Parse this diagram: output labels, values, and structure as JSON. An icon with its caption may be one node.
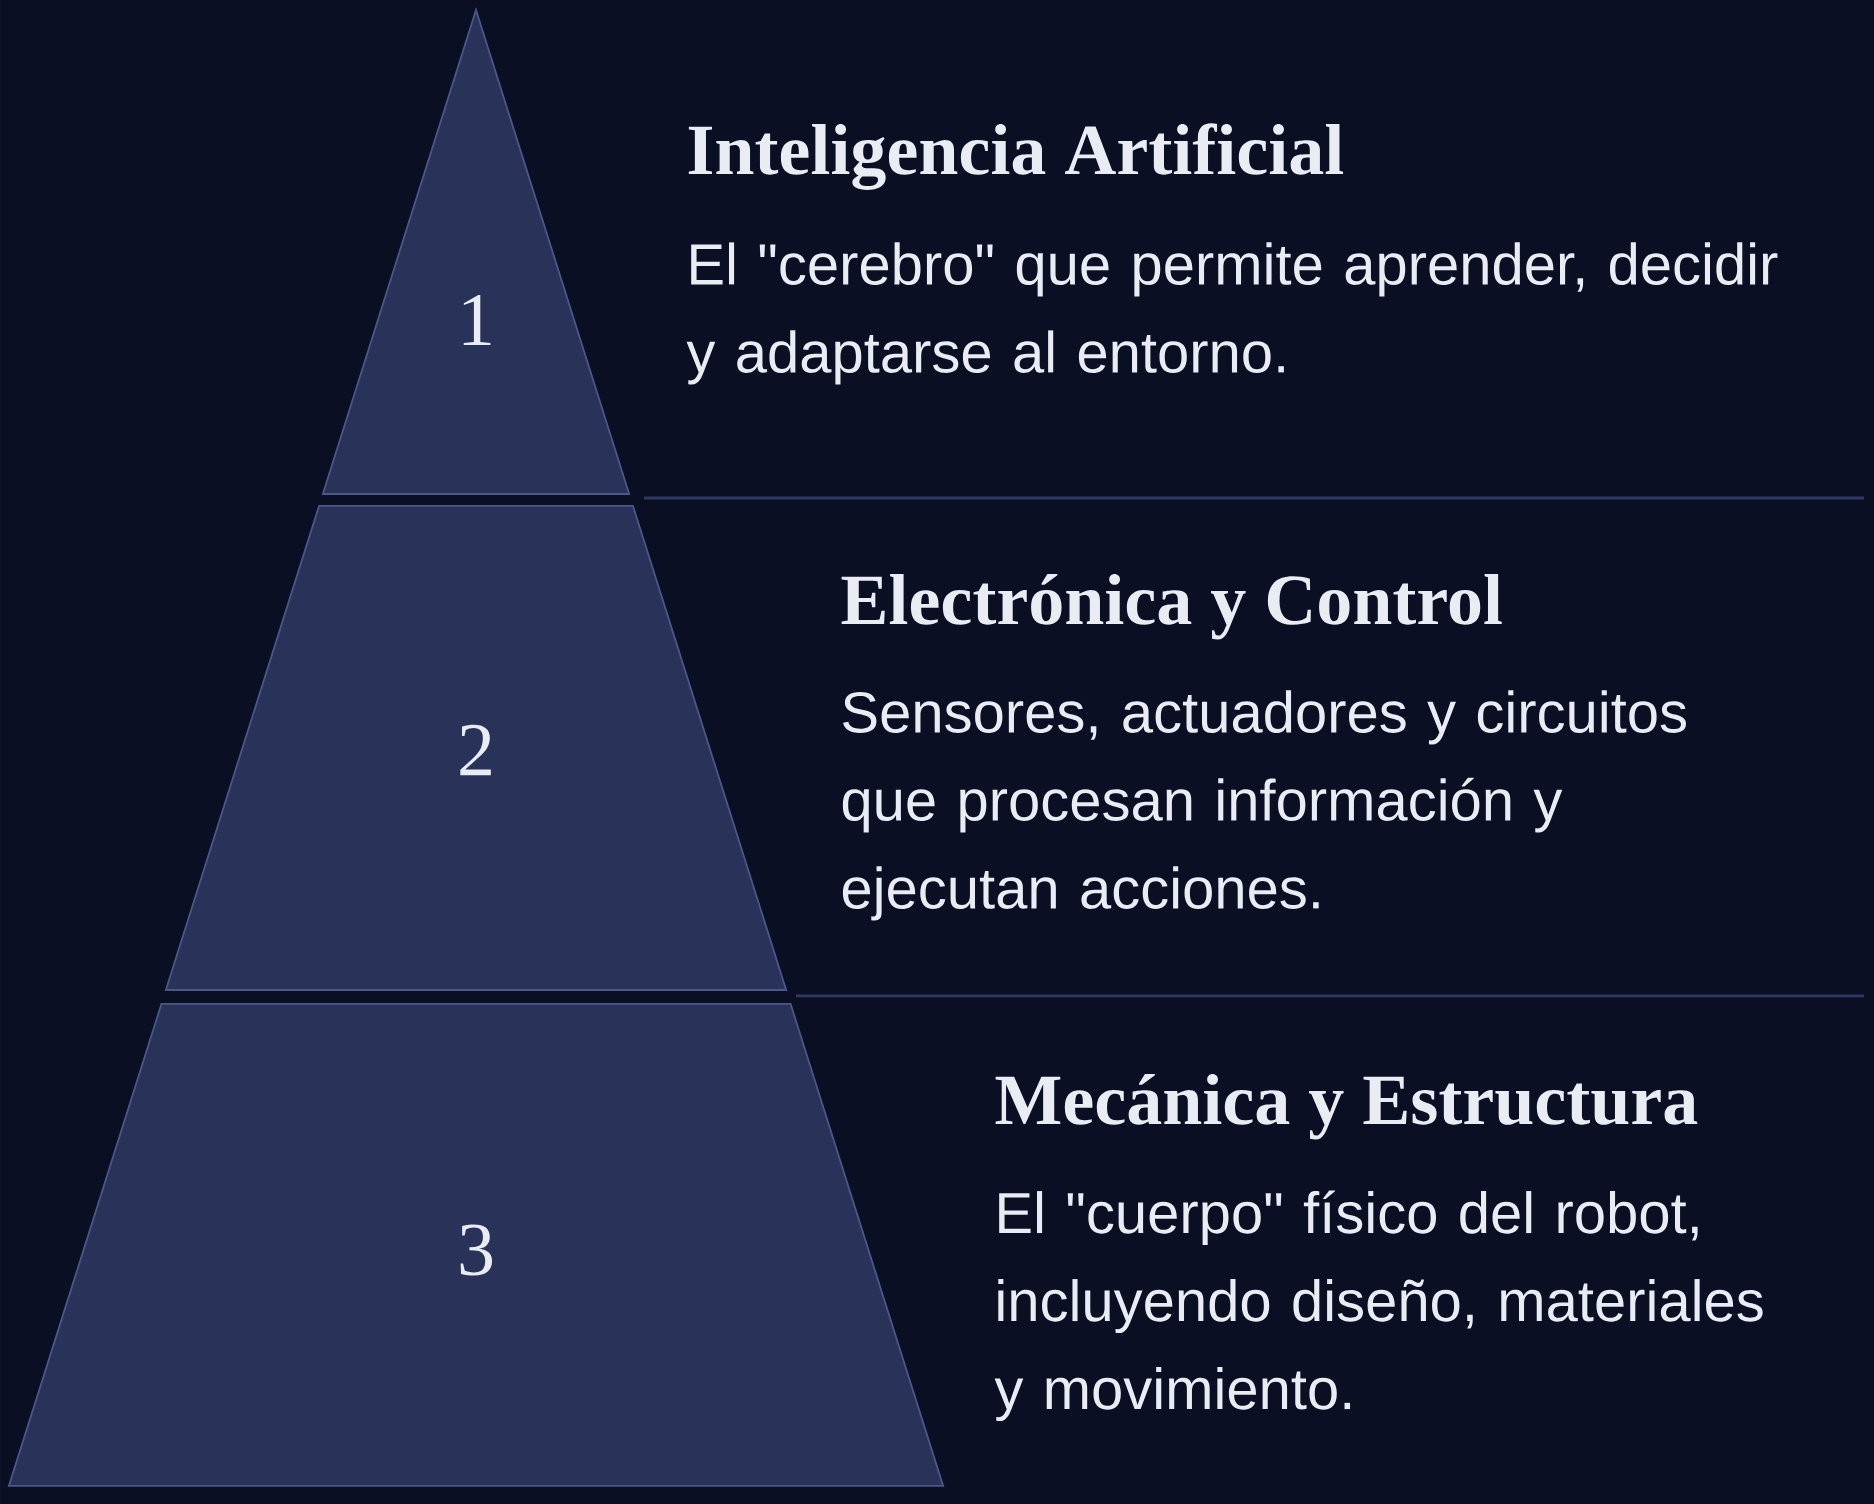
{
  "diagram": {
    "nodes": [
      {
        "text": [
          "1"
        ],
        "beside": [
          "Inteligencia Artificial",
          "El \"cerebro\" que permite aprender, decidir y adaptarse al entorno."
        ]
      },
      {
        "text": [
          "2"
        ],
        "beside": [
          "Electrónica y Control",
          "Sensores, actuadores y circuitos que procesan información y ejecutan acciones."
        ]
      },
      {
        "text": [
          "3"
        ],
        "beside": [
          "Mecánica y Estructura",
          "El \"cuerpo\" físico del robot, incluyendo diseño, materiales y movimiento."
        ]
      }
    ]
  }
}
